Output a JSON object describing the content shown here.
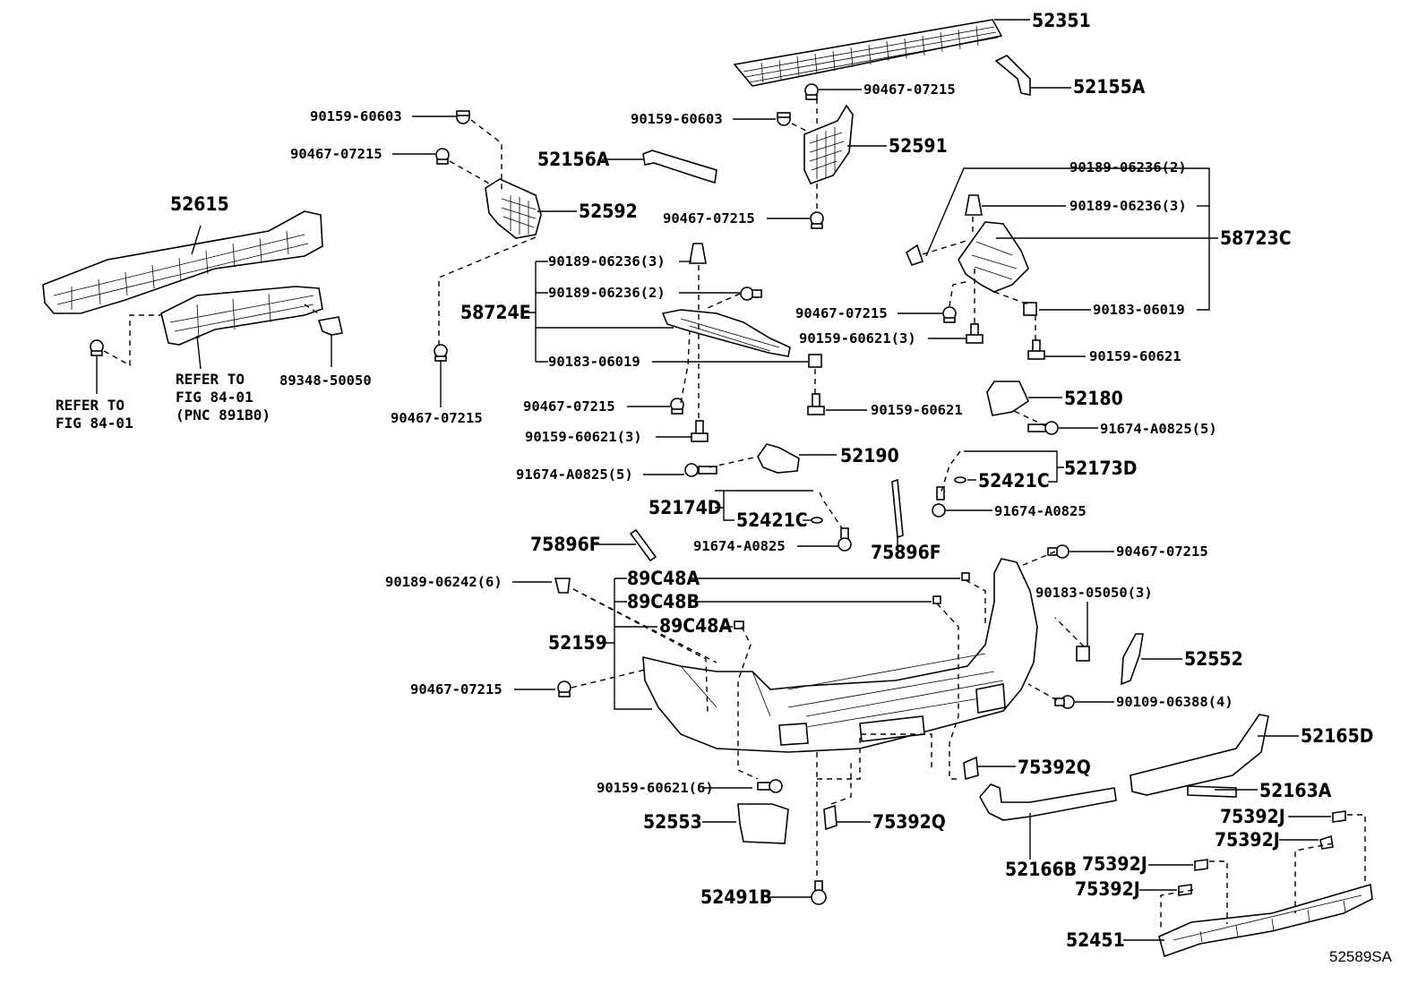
{
  "diagram": {
    "code": "52589SA",
    "refs": {
      "left_1": "REFER TO",
      "left_2": "FIG 84-01",
      "mid_1": "REFER TO",
      "mid_2": "FIG 84-01",
      "mid_3": "(PNC 891B0)"
    },
    "labels": {
      "p52351": "52351",
      "p52155A": "52155A",
      "p90467_top": "90467-07215",
      "p90159_top": "90159-60603",
      "p52591": "52591",
      "p90467_r1": "90467-07215",
      "p90159_left": "90159-60603",
      "p90467_left": "90467-07215",
      "p52156A": "52156A",
      "p52592": "52592",
      "p52615": "52615",
      "p89348": "89348-50050",
      "p90467_lowleft": "90467-07215",
      "p58724E": "58724E",
      "p90189_3a": "90189-06236(3)",
      "p90189_2a": "90189-06236(2)",
      "p90183_a": "90183-06019",
      "p90467_mid": "90467-07215",
      "p90159_mid": "90159-60621(3)",
      "p90159_mid2": "90159-60621",
      "p91674_5a": "91674-A0825(5)",
      "p52190": "52190",
      "p52174D": "52174D",
      "p52421C_a": "52421C",
      "p91674_a": "91674-A0825",
      "p75896F_a": "75896F",
      "p75896F_b": "75896F",
      "p90189_2b": "90189-06236(2)",
      "p90189_3b": "90189-06236(3)",
      "p58723C": "58723C",
      "p90467_r2": "90467-07215",
      "p90159_r3": "90159-60621(3)",
      "p90183_b": "90183-06019",
      "p90159_r": "90159-60621",
      "p52180": "52180",
      "p91674_5b": "91674-A0825(5)",
      "p52173D": "52173D",
      "p52421C_b": "52421C",
      "p91674_b": "91674-A0825",
      "p90189_6": "90189-06242(6)",
      "p89C48A_a": "89C48A",
      "p89C48B": "89C48B",
      "p89C48A_b": "89C48A",
      "p52159": "52159",
      "p90467_bl": "90467-07215",
      "p90467_br": "90467-07215",
      "p90183_050": "90183-05050(3)",
      "p52552": "52552",
      "p90109": "90109-06388(4)",
      "p52165D": "52165D",
      "p75392Q_a": "75392Q",
      "p52163A": "52163A",
      "p90159_6": "90159-60621(6)",
      "p52553": "52553",
      "p75392Q_b": "75392Q",
      "p52166B": "52166B",
      "p75392J_a": "75392J",
      "p75392J_b": "75392J",
      "p75392J_c": "75392J",
      "p75392J_d": "75392J",
      "p52491B": "52491B",
      "p52451": "52451"
    }
  }
}
